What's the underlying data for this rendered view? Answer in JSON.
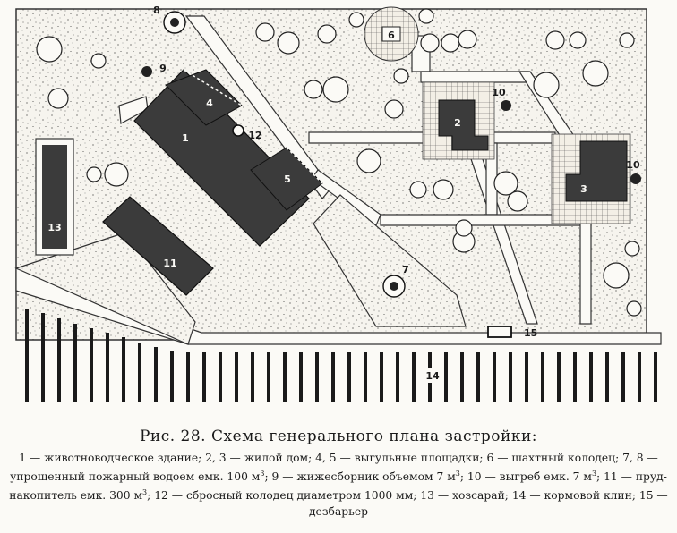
{
  "labels": {
    "n1": "1",
    "n2": "2",
    "n3": "3",
    "n4": "4",
    "n5": "5",
    "n6": "6",
    "n7": "7",
    "n8": "8",
    "n9": "9",
    "n10a": "10",
    "n10b": "10",
    "n11": "11",
    "n12": "12",
    "n13": "13",
    "n14": "14",
    "n15": "15"
  },
  "caption": {
    "title": "Рис. 28. Схема генерального плана застройки:",
    "p1": "1 — животноводческое здание; 2, 3 — жилой дом; 4, 5 — выгульные площадки; 6 — шахтный колодец; 7, 8 — упрощенный пожарный водоем емк. 100 м",
    "p2": "; 9 — жижесборник объемом 7 м",
    "p3": "; 10 — выгреб емк. 7 м",
    "p4": "; 11 — пруд-накопитель емк. 300 м",
    "p5": "; 12 — сбросный колодец диаметром 1000 мм; 13 — хозсарай; 14 — кормовой клин; 15 — дезбарьер",
    "sup": "3"
  }
}
